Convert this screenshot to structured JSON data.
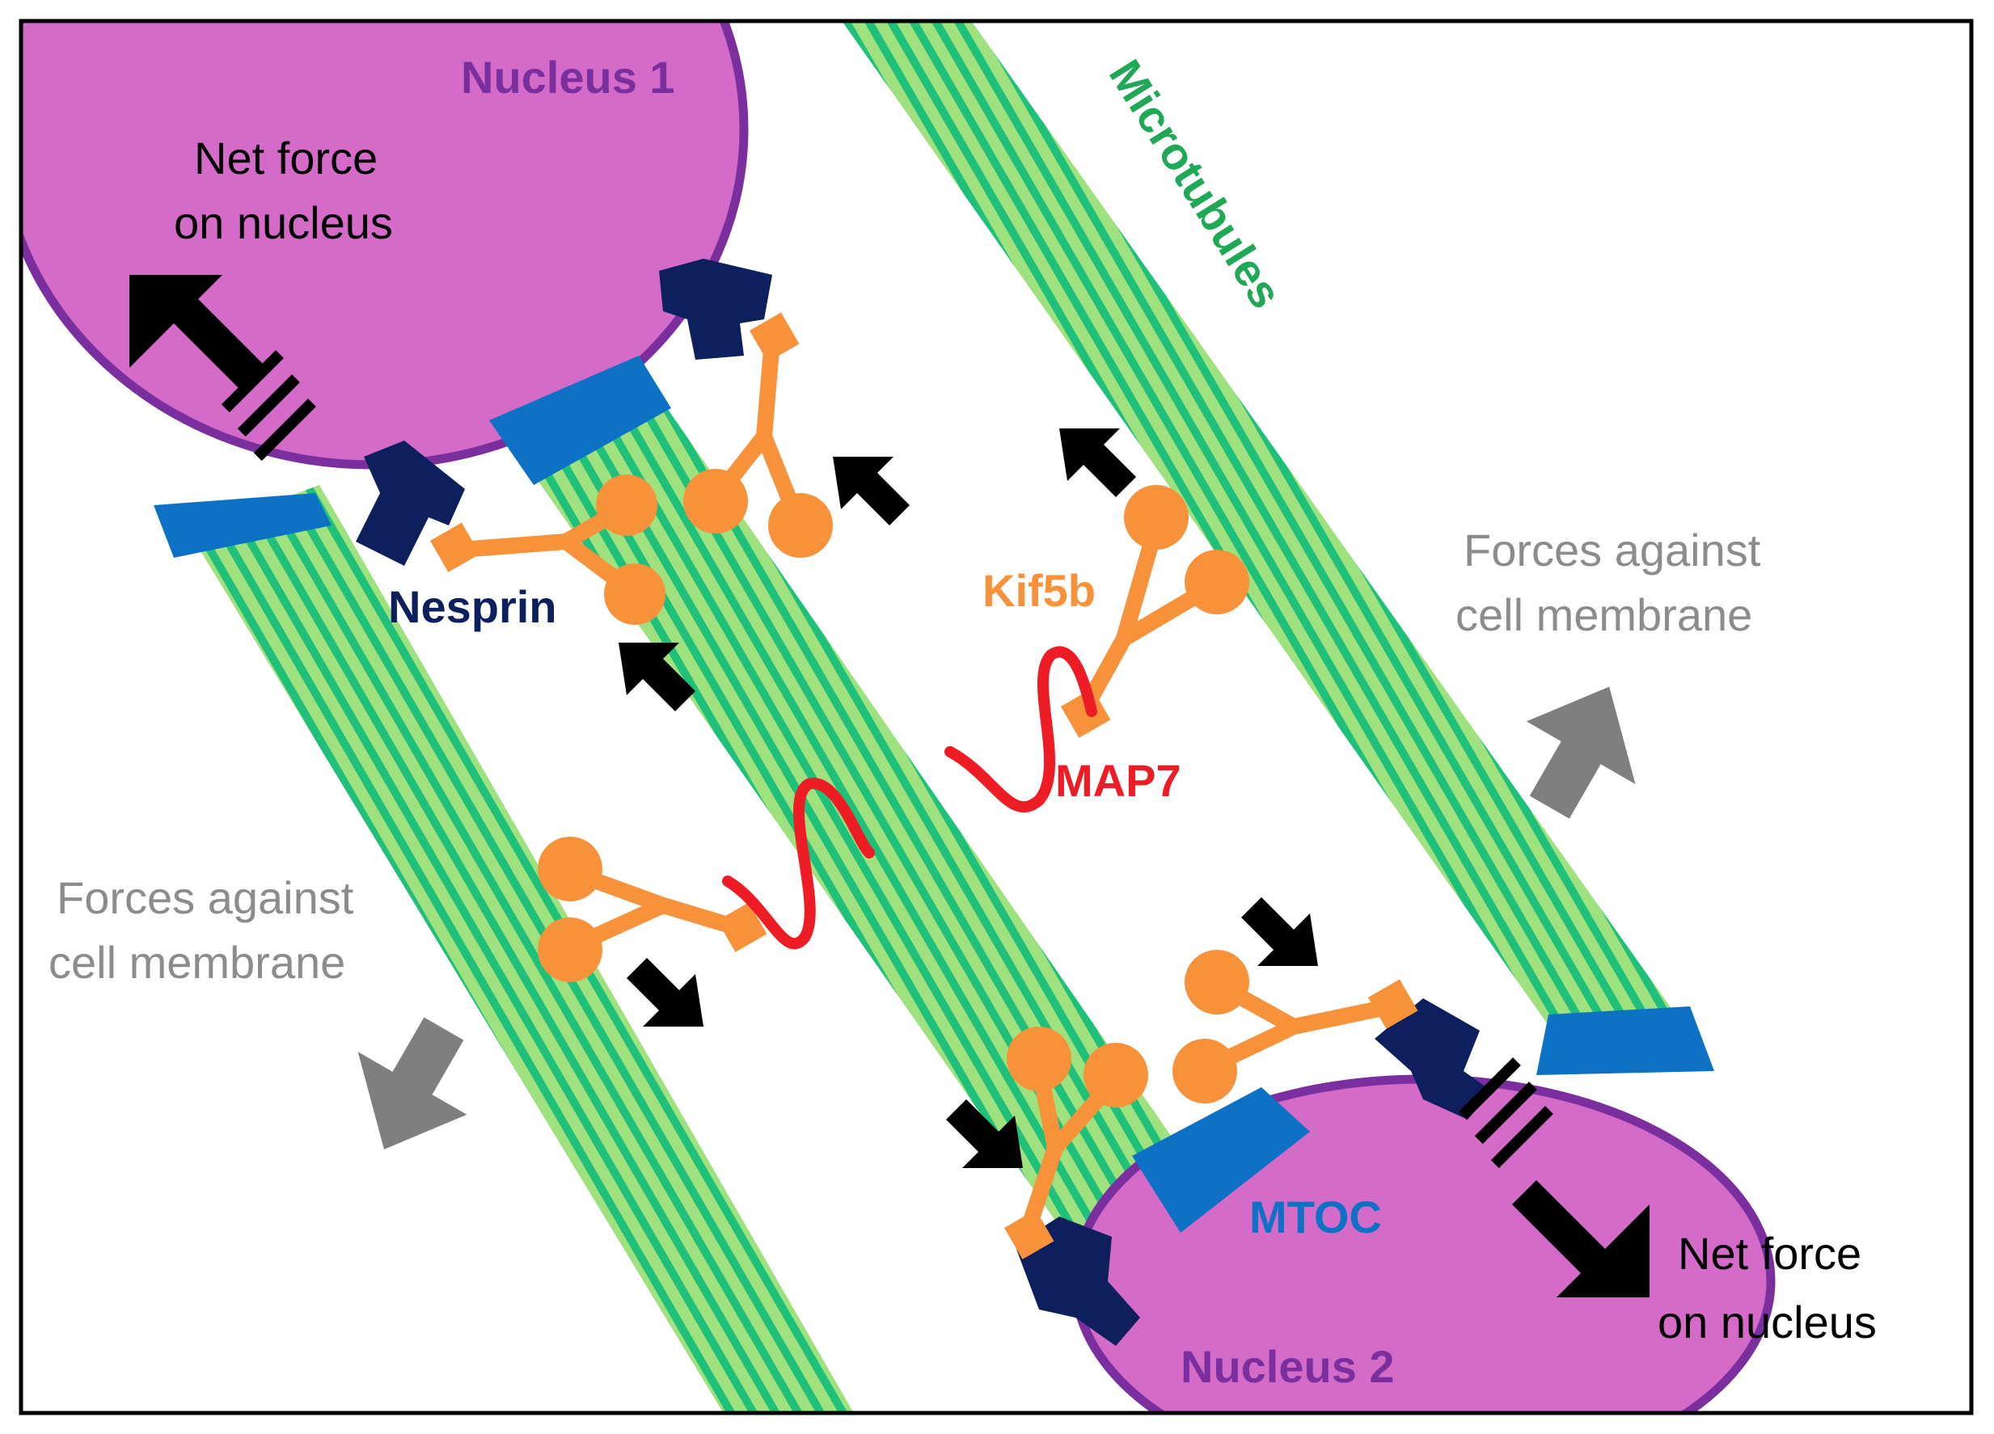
{
  "labels": {
    "nucleus1": "Nucleus 1",
    "nucleus2": "Nucleus 2",
    "net_force_1_line1": "Net force",
    "net_force_1_line2": "on nucleus",
    "net_force_2_line1": "Net force",
    "net_force_2_line2": "on nucleus",
    "microtubules": "Microtubules",
    "nesprin": "Nesprin",
    "kif5b": "Kif5b",
    "map7": "MAP7",
    "mtoc": "MTOC",
    "forces_right_line1": "Forces against",
    "forces_right_line2": "cell membrane",
    "forces_left_line1": "Forces against",
    "forces_left_line2": "cell membrane"
  },
  "colors": {
    "nucleus_fill": "#d46bc8",
    "nucleus_stroke": "#7b2f9f",
    "nucleus_label": "#7b2f9f",
    "microtubule_light": "#9fe07f",
    "microtubule_dark": "#1fc07a",
    "microtubule_label": "#1fa855",
    "kinesin": "#f7923a",
    "map7": "#ee1c24",
    "nesprin": "#0d1f5c",
    "mtoc": "#0d72c6",
    "net_force_arrow": "#000000",
    "membrane_force": "#7f7f7f"
  }
}
